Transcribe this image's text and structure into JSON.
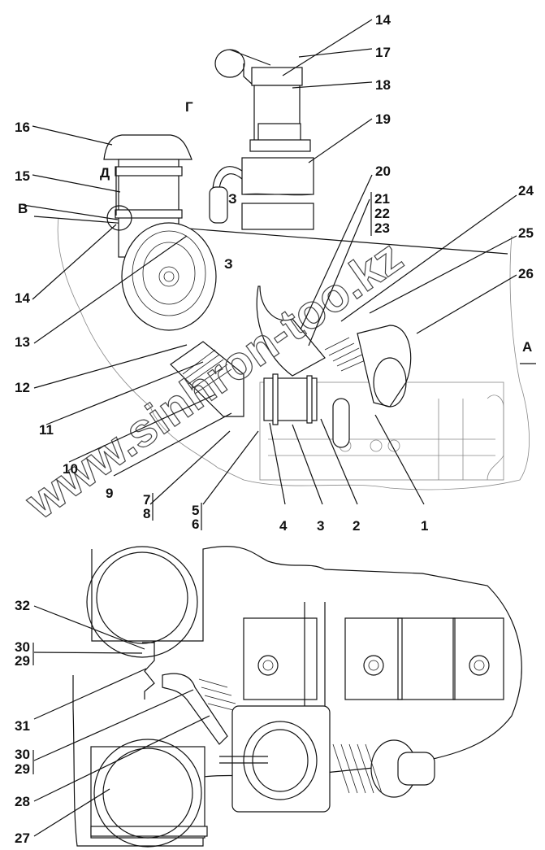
{
  "title": "Air intake system parts diagram",
  "watermark": "www.sinhron-too.kz",
  "view_marks": {
    "A": "А",
    "V": "В",
    "G": "Г",
    "D": "Д",
    "Z": "З"
  },
  "labels_top": [
    {
      "id": "14a",
      "text": "14"
    },
    {
      "id": "17",
      "text": "17"
    },
    {
      "id": "18",
      "text": "18"
    },
    {
      "id": "16",
      "text": "16"
    },
    {
      "id": "19",
      "text": "19"
    },
    {
      "id": "15",
      "text": "15"
    },
    {
      "id": "20",
      "text": "20"
    },
    {
      "id": "21",
      "text": "21"
    },
    {
      "id": "22",
      "text": "22"
    },
    {
      "id": "23",
      "text": "23"
    },
    {
      "id": "24",
      "text": "24"
    },
    {
      "id": "25",
      "text": "25"
    },
    {
      "id": "14b",
      "text": "14"
    },
    {
      "id": "26",
      "text": "26"
    },
    {
      "id": "13",
      "text": "13"
    },
    {
      "id": "12",
      "text": "12"
    },
    {
      "id": "11",
      "text": "11"
    },
    {
      "id": "10",
      "text": "10"
    },
    {
      "id": "9",
      "text": "9"
    },
    {
      "id": "7",
      "text": "7"
    },
    {
      "id": "8",
      "text": "8"
    },
    {
      "id": "5",
      "text": "5"
    },
    {
      "id": "6",
      "text": "6"
    },
    {
      "id": "4",
      "text": "4"
    },
    {
      "id": "3",
      "text": "3"
    },
    {
      "id": "2",
      "text": "2"
    },
    {
      "id": "1",
      "text": "1"
    }
  ],
  "labels_bottom": [
    {
      "id": "32",
      "text": "32"
    },
    {
      "id": "30a",
      "text": "30"
    },
    {
      "id": "29a",
      "text": "29"
    },
    {
      "id": "31",
      "text": "31"
    },
    {
      "id": "30b",
      "text": "30"
    },
    {
      "id": "29b",
      "text": "29"
    },
    {
      "id": "28",
      "text": "28"
    },
    {
      "id": "27",
      "text": "27"
    }
  ]
}
